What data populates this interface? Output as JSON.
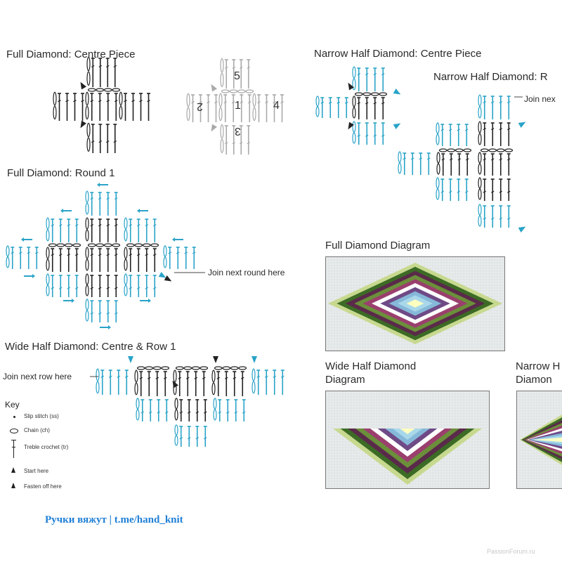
{
  "titles": {
    "full_centre": "Full Diamond: Centre Piece",
    "narrow_centre": "Narrow Half Diamond: Centre Piece",
    "narrow_r": "Narrow Half Diamond: R",
    "full_round1": "Full Diamond: Round 1",
    "full_diagram": "Full Diamond Diagram",
    "wide_centre": "Wide Half Diamond: Centre & Row 1",
    "wide_diagram_1": "Wide Half Diamond",
    "wide_diagram_2": "Diagram",
    "narrow_diagram_1": "Narrow H",
    "narrow_diagram_2": "Diamon"
  },
  "annotations": {
    "join_next": "Join nex",
    "join_round": "Join next round here",
    "join_row": "Join next row here"
  },
  "order_numbers": [
    "5",
    "2",
    "1",
    "4",
    "3"
  ],
  "key": {
    "title": "Key",
    "items": [
      {
        "label": "Slip stitch (ss)",
        "icon": "dot-icon"
      },
      {
        "label": "Chain (ch)",
        "icon": "oval-icon"
      },
      {
        "label": "Treble crochet (tr)",
        "icon": "treble-icon"
      },
      {
        "label": "Start here",
        "icon": "triangle-icon"
      },
      {
        "label": "Fasten off here",
        "icon": "triangle-icon"
      }
    ]
  },
  "footer": "Ручки вяжут | t.me/hand_knit",
  "watermark": "PassionForum.ru",
  "colors": {
    "black_stitch": "#222222",
    "blue_stitch": "#2aa3c8",
    "grey_stitch": "#a9a9a9",
    "diamond_rings": [
      "#c7d98f",
      "#3c6b25",
      "#5a2a4a",
      "#6b8f3a",
      "#9a3f6e",
      "#ffffff",
      "#6f4a86",
      "#86b9d9",
      "#a9d8ea",
      "#ffffc0"
    ]
  }
}
